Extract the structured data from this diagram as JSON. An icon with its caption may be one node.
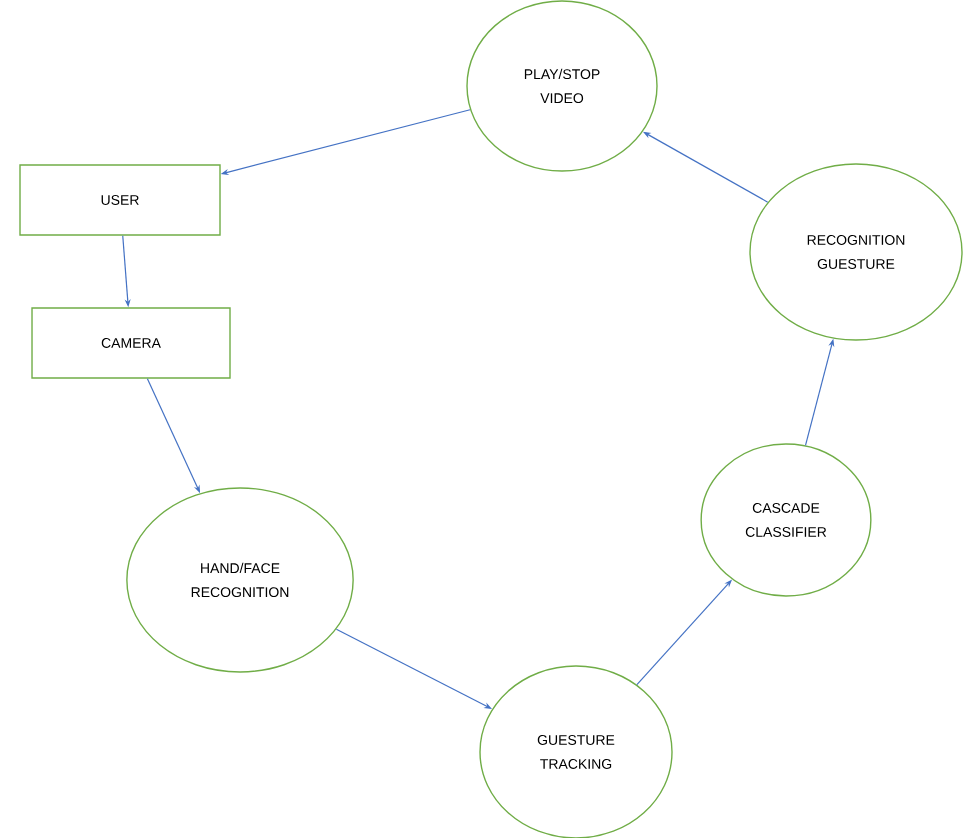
{
  "diagram": {
    "nodes": [
      {
        "text": [
          "PLAY/STOP VIDEO"
        ]
      },
      {
        "text": [
          "USER"
        ]
      },
      {
        "text": [
          "CAMERA"
        ]
      },
      {
        "text": [
          "HAND/FACE RECOGNITION"
        ]
      },
      {
        "text": [
          "GUESTURE TRACKING"
        ]
      },
      {
        "text": [
          "CASCADE CLASSIFIER"
        ]
      },
      {
        "text": [
          "RECOGNITION GUESTURE"
        ]
      }
    ],
    "edges": [
      {
        "from": 0,
        "to": 1,
        "arrow": "to"
      },
      {
        "from": 1,
        "to": 2,
        "arrow": "to"
      },
      {
        "from": 2,
        "to": 3,
        "arrow": "to"
      },
      {
        "from": 3,
        "to": 4,
        "arrow": "to"
      },
      {
        "from": 4,
        "to": 5,
        "arrow": "to"
      },
      {
        "from": 5,
        "to": 6,
        "arrow": "to"
      },
      {
        "from": 6,
        "to": 0,
        "arrow": "to"
      }
    ]
  }
}
